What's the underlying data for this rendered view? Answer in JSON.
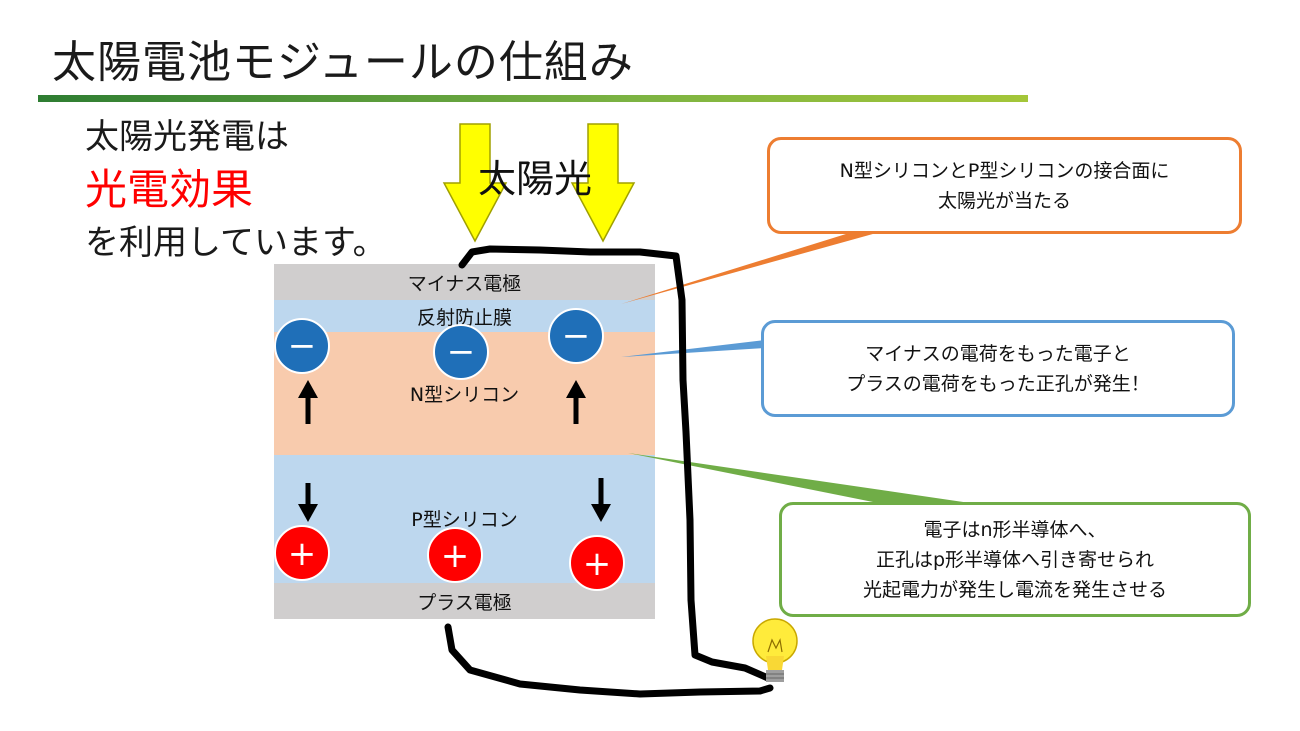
{
  "title": "太陽電池モジュールの仕組み",
  "intro": {
    "line1": "太陽光発電は",
    "highlight": "光電効果",
    "line3": "を利用しています。"
  },
  "sunlight_label": "太陽光",
  "layers": {
    "minus_electrode": "マイナス電極",
    "anti_reflection": "反射防止膜",
    "n_silicon": "N型シリコン",
    "p_silicon": "P型シリコン",
    "plus_electrode": "プラス電極"
  },
  "charges": {
    "electron_symbol": "−",
    "hole_symbol": "+",
    "electron_color": "#1f6fb8",
    "hole_color": "#ff0000"
  },
  "callouts": {
    "junction": {
      "line1": "N型シリコンとP型シリコンの接合面に",
      "line2": "太陽光が当たる",
      "color": "#ed7d31"
    },
    "generation": {
      "line1": "マイナスの電荷をもった電子と",
      "line2": "プラスの電荷をもった正孔が発生！",
      "color": "#5b9bd5"
    },
    "movement": {
      "line1": "電子はn形半導体へ、",
      "line2": "正孔はp形半導体へ引き寄せられ",
      "line3": "光起電力が発生し電流を発生させる",
      "color": "#70ad47"
    }
  },
  "icons": {
    "arrow": "sun-arrow-icon",
    "bulb": "light-bulb-icon"
  }
}
